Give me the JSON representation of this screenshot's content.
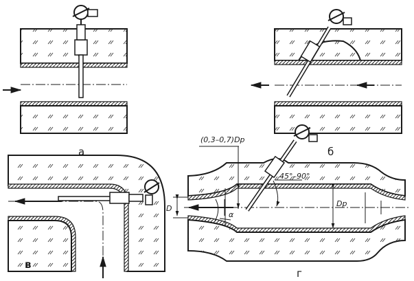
{
  "panels": [
    {
      "id": "a",
      "label": "а"
    },
    {
      "id": "b",
      "label": "б"
    },
    {
      "id": "v",
      "label": "в"
    },
    {
      "id": "g",
      "label": "г"
    }
  ],
  "dimensions": {
    "insertion_depth": "(0,3–0,7)Dр",
    "angle_range": "45°–90°",
    "pipe_diameter": "D",
    "expanded_diameter": "Dр",
    "cone_angle": "α"
  }
}
